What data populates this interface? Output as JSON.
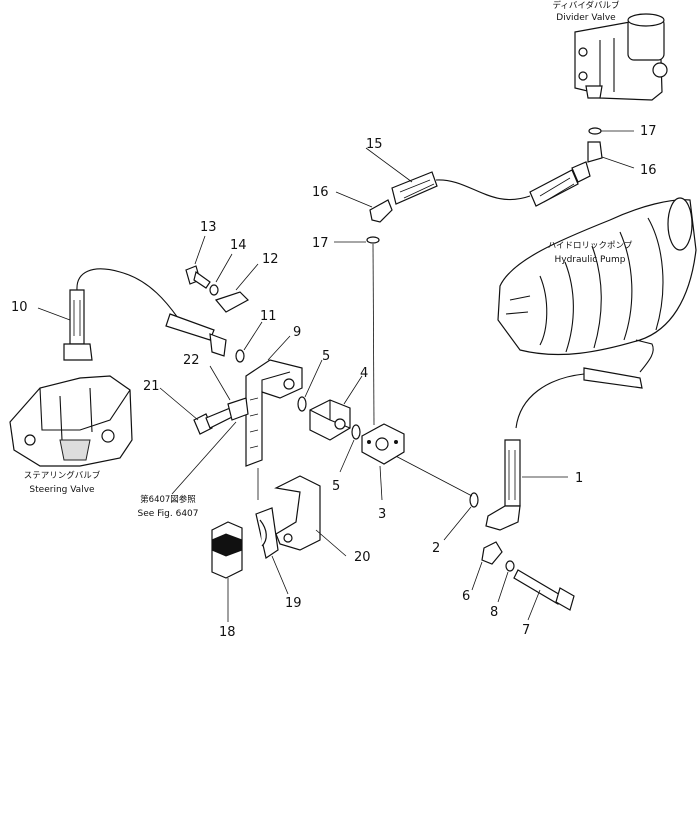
{
  "callouts": {
    "c1": "1",
    "c2": "2",
    "c3": "3",
    "c4": "4",
    "c5a": "5",
    "c5b": "5",
    "c6": "6",
    "c7": "7",
    "c8": "8",
    "c9": "9",
    "c10": "10",
    "c11": "11",
    "c12": "12",
    "c13": "13",
    "c14": "14",
    "c15": "15",
    "c16a": "16",
    "c16b": "16",
    "c17a": "17",
    "c17b": "17",
    "c18": "18",
    "c19": "19",
    "c20": "20",
    "c21": "21",
    "c22": "22"
  },
  "labels": {
    "divider_valve_jp": "ディバイダバルブ",
    "divider_valve_en": "Divider Valve",
    "hydraulic_pump_jp": "ハイドロリックポンプ",
    "hydraulic_pump_en": "Hydraulic Pump",
    "steering_valve_jp": "ステアリングバルブ",
    "steering_valve_en": "Steering Valve",
    "see_fig_jp": "第6407図参照",
    "see_fig_en": "See Fig. 6407"
  }
}
